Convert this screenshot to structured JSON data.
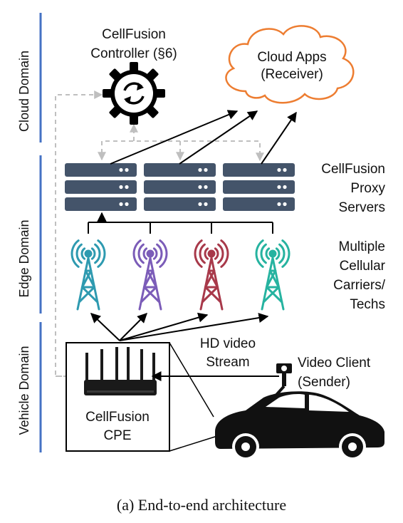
{
  "domains": {
    "cloud": "Cloud Domain",
    "edge": "Edge Domain",
    "vehicle": "Vehicle Domain"
  },
  "controller": {
    "line1": "CellFusion",
    "line2": "Controller (§6)"
  },
  "cloud_apps": {
    "line1": "Cloud Apps",
    "line2": "(Receiver)"
  },
  "proxy": {
    "line1": "CellFusion",
    "line2": "Proxy",
    "line3": "Servers"
  },
  "carriers": {
    "line1": "Multiple",
    "line2": "Cellular",
    "line3": "Carriers/",
    "line4": "Techs"
  },
  "stream": {
    "line1": "HD video",
    "line2": "Stream"
  },
  "video_client": {
    "line1": "Video Client",
    "line2": "(Sender)"
  },
  "cpe": {
    "line1": "CellFusion",
    "line2": "CPE"
  },
  "caption": "(a)  End-to-end architecture",
  "colors": {
    "domain_bar": "#4472c4",
    "cloud_outline": "#ed7d31",
    "server": "#44546a",
    "tower_teal": "#2e9ab0",
    "tower_purple": "#7b5cb8",
    "tower_red": "#a8394a",
    "tower_green": "#26b3a0",
    "dashed": "#bfbfbf"
  }
}
